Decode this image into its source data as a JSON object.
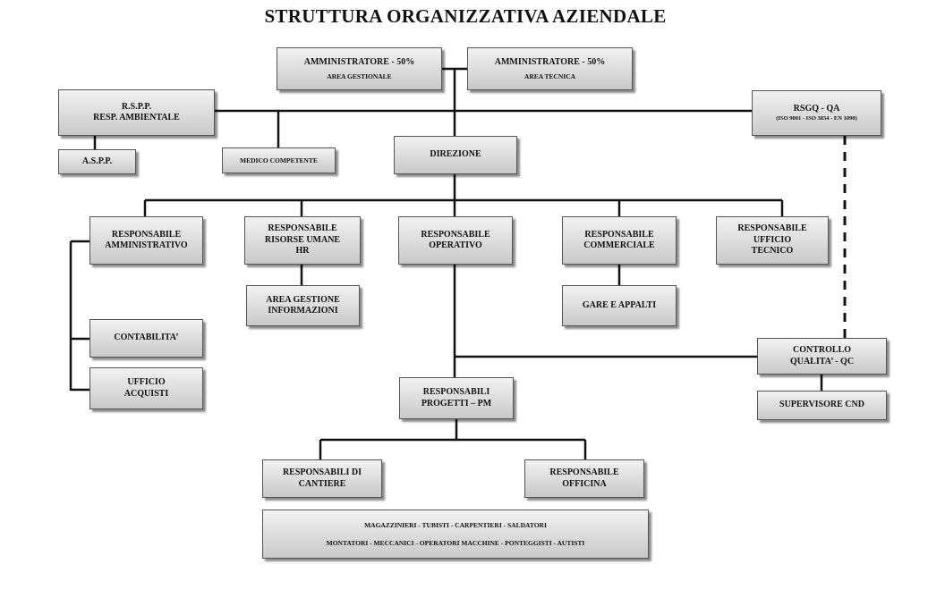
{
  "title": "STRUTTURA ORGANIZZATIVA AZIENDALE",
  "nodes": {
    "amm_gest": {
      "line1": "AMMINISTRATORE - 50%",
      "line2": "AREA GESTIONALE"
    },
    "amm_tec": {
      "line1": "AMMINISTRATORE - 50%",
      "line2": "AREA TECNICA"
    },
    "rspp": {
      "line1": "R.S.P.P.",
      "line2": "RESP. AMBIENTALE"
    },
    "aspp": "A.S.P.P.",
    "medico": "MEDICO COMPETENTE",
    "direzione": "DIREZIONE",
    "rsgq": {
      "line1": "RSGQ - QA",
      "line2": "(ISO 9001 - ISO 3834 - EN 1090)"
    },
    "resp_amm": {
      "line1": "RESPONSABILE",
      "line2": "AMMINISTRATIVO"
    },
    "resp_hr": {
      "line1": "RESPONSABILE",
      "line2": "RISORSE UMANE",
      "line3": "HR"
    },
    "resp_op": {
      "line1": "RESPONSABILE",
      "line2": "OPERATIVO"
    },
    "resp_comm": {
      "line1": "RESPONSABILE",
      "line2": "COMMERCIALE"
    },
    "resp_uff_tec": {
      "line1": "RESPONSABILE",
      "line2": "UFFICIO",
      "line3": "TECNICO"
    },
    "area_gest_info": {
      "line1": "AREA GESTIONE",
      "line2": "INFORMAZIONI"
    },
    "gare": "GARE E APPALTI",
    "contabilita": "CONTABILITA’",
    "uff_acquisti": {
      "line1": "UFFICIO",
      "line2": "ACQUISTI"
    },
    "controllo_qc": {
      "line1": "CONTROLLO",
      "line2": "QUALITA’ - QC"
    },
    "resp_pm": {
      "line1": "RESPONSABILI",
      "line2": "PROGETTI – PM"
    },
    "supervisore": "SUPERVISORE CND",
    "resp_cantiere": {
      "line1": "RESPONSABILI DI",
      "line2": "CANTIERE"
    },
    "resp_officina": {
      "line1": "RESPONSABILE",
      "line2": "OFFICINA"
    },
    "workers": {
      "line1": "MAGAZZINIERI - TUBISTI - CARPENTIERI - SALDATORI",
      "line2": "MONTATORI - MECCANICI - OPERATORI MACCHINE - PONTEGGISTI - AUTISTI"
    }
  }
}
